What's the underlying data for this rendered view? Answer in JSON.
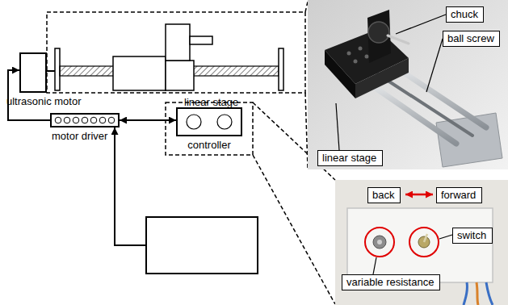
{
  "diagram": {
    "nodes": [
      {
        "text": [
          "ultrasonic motor"
        ]
      },
      {
        "text": [
          "motor driver"
        ]
      },
      {
        "text": [
          "controller"
        ]
      },
      {
        "text": []
      },
      {
        "text": [
          "chuck"
        ]
      },
      {
        "text": [
          "ball screw"
        ]
      },
      {
        "text": [
          "linear stage"
        ]
      },
      {
        "text": [
          "back"
        ]
      },
      {
        "text": [
          "forward"
        ]
      },
      {
        "text": [
          "switch"
        ]
      },
      {
        "text": [
          "variable resistance"
        ]
      }
    ],
    "edges": [
      {
        "from": 1,
        "to": 0,
        "arrow": "to"
      },
      {
        "from": 1,
        "to": 2,
        "arrow": "both"
      },
      {
        "from": 3,
        "to": 1,
        "arrow": "to"
      }
    ],
    "labels": [
      "linear stage"
    ]
  }
}
